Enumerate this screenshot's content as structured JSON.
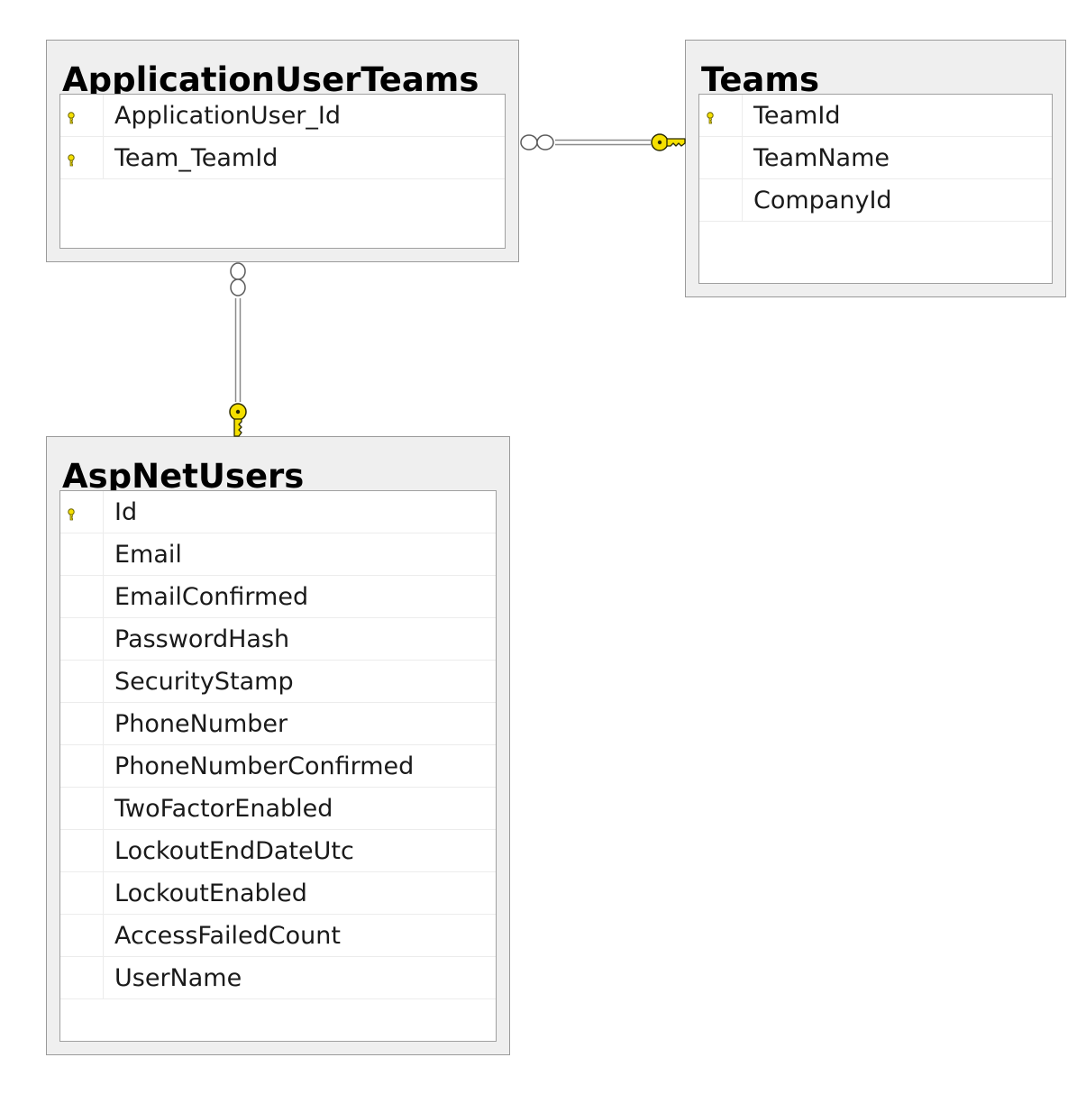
{
  "tables": {
    "application_user_teams": {
      "title": "ApplicationUserTeams",
      "columns": [
        {
          "name": "ApplicationUser_Id",
          "primary_key": true
        },
        {
          "name": "Team_TeamId",
          "primary_key": true
        }
      ]
    },
    "teams": {
      "title": "Teams",
      "columns": [
        {
          "name": "TeamId",
          "primary_key": true
        },
        {
          "name": "TeamName",
          "primary_key": false
        },
        {
          "name": "CompanyId",
          "primary_key": false
        }
      ]
    },
    "asp_net_users": {
      "title": "AspNetUsers",
      "columns": [
        {
          "name": "Id",
          "primary_key": true
        },
        {
          "name": "Email",
          "primary_key": false
        },
        {
          "name": "EmailConfirmed",
          "primary_key": false
        },
        {
          "name": "PasswordHash",
          "primary_key": false
        },
        {
          "name": "SecurityStamp",
          "primary_key": false
        },
        {
          "name": "PhoneNumber",
          "primary_key": false
        },
        {
          "name": "PhoneNumberConfirmed",
          "primary_key": false
        },
        {
          "name": "TwoFactorEnabled",
          "primary_key": false
        },
        {
          "name": "LockoutEndDateUtc",
          "primary_key": false
        },
        {
          "name": "LockoutEnabled",
          "primary_key": false
        },
        {
          "name": "AccessFailedCount",
          "primary_key": false
        },
        {
          "name": "UserName",
          "primary_key": false
        }
      ]
    }
  },
  "relationships": [
    {
      "from": "application_user_teams",
      "to": "teams",
      "from_end": "many",
      "to_end": "one"
    },
    {
      "from": "application_user_teams",
      "to": "asp_net_users",
      "from_end": "many",
      "to_end": "one"
    }
  ],
  "colors": {
    "key_icon": "#f5e000",
    "key_outline": "#6b6300",
    "connector": "#8a8a8a",
    "table_background": "#efefef",
    "table_border": "#9a9a9a"
  }
}
